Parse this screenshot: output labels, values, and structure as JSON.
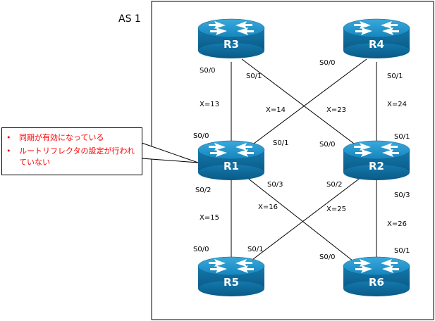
{
  "diagram": {
    "as_label": "AS 1",
    "routers": [
      {
        "id": "r3",
        "name": "R3"
      },
      {
        "id": "r4",
        "name": "R4"
      },
      {
        "id": "r1",
        "name": "R1"
      },
      {
        "id": "r2",
        "name": "R2"
      },
      {
        "id": "r5",
        "name": "R5"
      },
      {
        "id": "r6",
        "name": "R6"
      }
    ],
    "links": [
      {
        "id": "r1-r3",
        "label": "X=13",
        "end_a": "S0/0",
        "end_b": "S0/0"
      },
      {
        "id": "r1-r4",
        "label": "X=14",
        "end_a": "S0/1",
        "end_b": "S0/0"
      },
      {
        "id": "r2-r3",
        "label": "X=23",
        "end_a": "S0/0",
        "end_b": "S0/1"
      },
      {
        "id": "r2-r4",
        "label": "X=24",
        "end_a": "S0/1",
        "end_b": "S0/1"
      },
      {
        "id": "r1-r5",
        "label": "X=15",
        "end_a": "S0/2",
        "end_b": "S0/0"
      },
      {
        "id": "r1-r6",
        "label": "X=16",
        "end_a": "S0/3",
        "end_b": "S0/0"
      },
      {
        "id": "r2-r5",
        "label": "X=25",
        "end_a": "S0/2",
        "end_b": "S0/1"
      },
      {
        "id": "r2-r6",
        "label": "X=26",
        "end_a": "S0/3",
        "end_b": "S0/1"
      }
    ],
    "callout": {
      "items": [
        "同期が有効になっている",
        "ルートリフレクタの設定が行われていない"
      ]
    },
    "colors": {
      "router_top": "#1a8fc4",
      "router_body": "#0f6c99",
      "router_arrow": "#ffffff",
      "callout_text": "#ff0000"
    }
  }
}
